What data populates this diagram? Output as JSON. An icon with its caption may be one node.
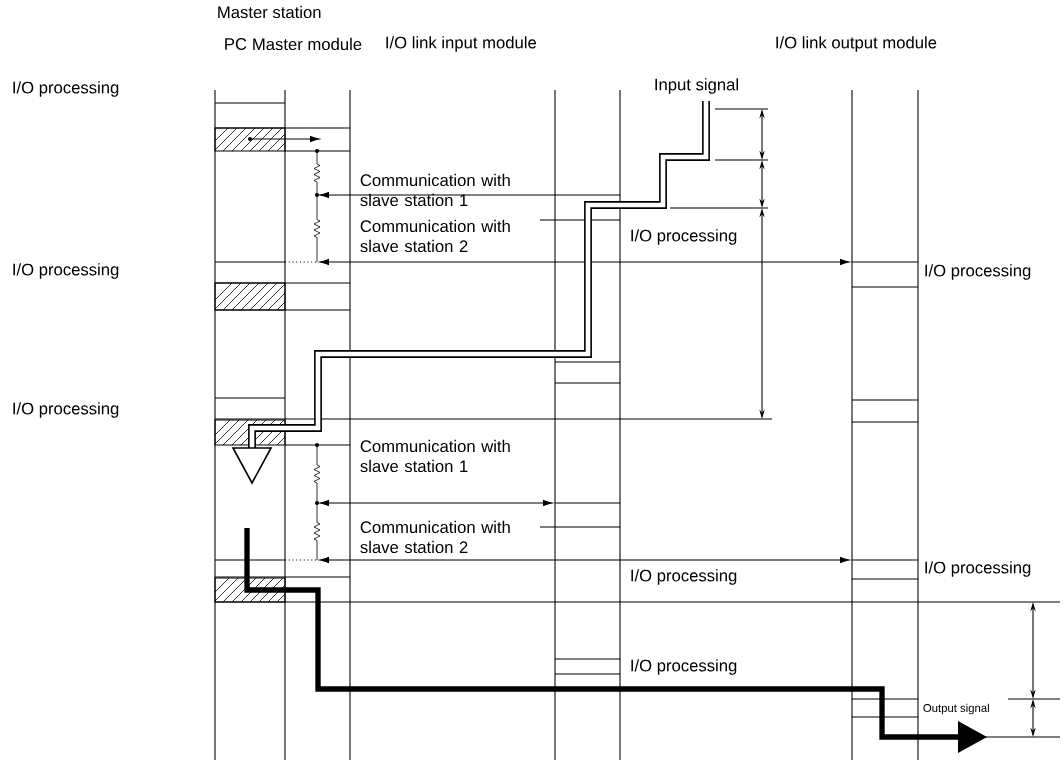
{
  "diagram": {
    "labels": [
      "Master station",
      "PC",
      "Master module",
      "I/O link input module",
      "I/O link output module",
      "I/O processing",
      "Input signal",
      "Communication with slave station 1",
      "Communication with slave station 2",
      "I/O processing",
      "I/O processing",
      "I/O processing",
      "I/O processing",
      "Communication with slave station 1",
      "Communication with slave station 2",
      "I/O processing",
      "I/O processing",
      "I/O processing",
      "Output signal"
    ]
  }
}
